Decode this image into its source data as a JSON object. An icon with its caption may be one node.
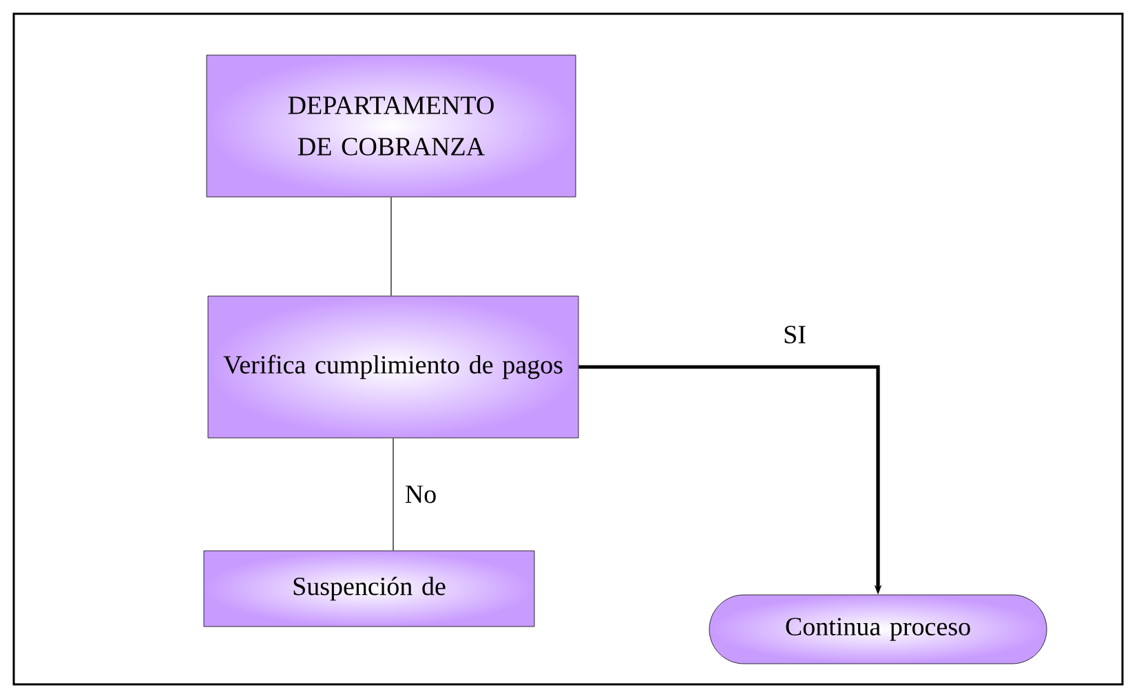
{
  "diagram": {
    "nodes": [
      {
        "text": [
          "DEPARTAMENTO DE COBRANZA"
        ]
      },
      {
        "text": [
          "Verifica cumplimiento de pagos"
        ]
      },
      {
        "text": [
          "Suspención de"
        ]
      },
      {
        "text": [
          "Continua proceso"
        ]
      }
    ],
    "edges": [
      {
        "from": 0,
        "to": 1,
        "arrow": "none"
      },
      {
        "from": 1,
        "to": 2,
        "arrow": "none",
        "label": "No"
      },
      {
        "from": 1,
        "to": 3,
        "arrow": "to",
        "label": "SI",
        "style": "thick"
      }
    ]
  }
}
